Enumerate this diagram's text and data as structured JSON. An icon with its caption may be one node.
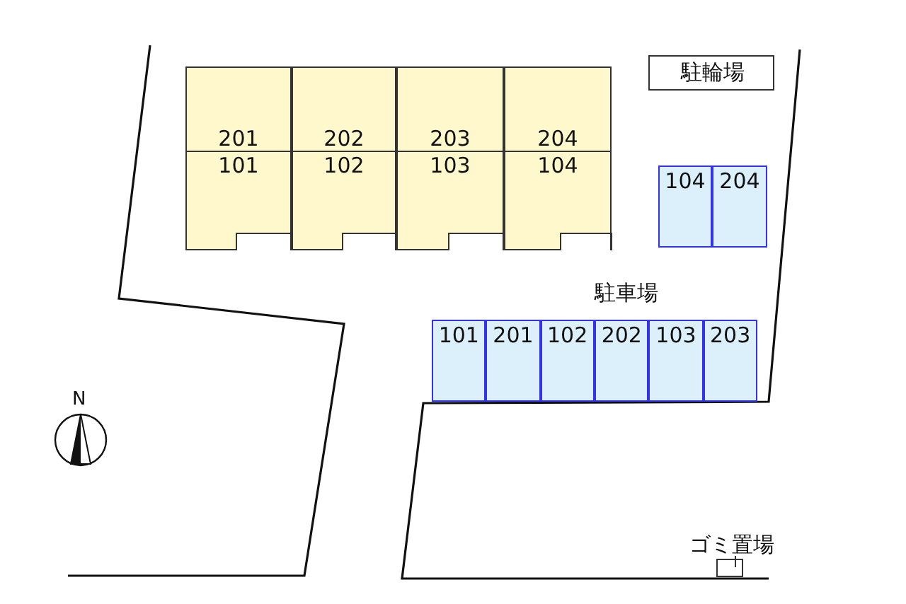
{
  "diagram": {
    "nodes": [
      {
        "text": [
          "201",
          "101"
        ]
      },
      {
        "text": [
          "202",
          "102"
        ]
      },
      {
        "text": [
          "203",
          "103"
        ]
      },
      {
        "text": [
          "204",
          "104"
        ]
      },
      {
        "text": [
          "駐輪場"
        ]
      },
      {
        "text": [
          "104"
        ]
      },
      {
        "text": [
          "204"
        ]
      },
      {
        "text": [
          "101"
        ]
      },
      {
        "text": [
          "201"
        ]
      },
      {
        "text": [
          "102"
        ]
      },
      {
        "text": [
          "202"
        ]
      },
      {
        "text": [
          "103"
        ]
      },
      {
        "text": [
          "203"
        ]
      },
      {
        "text": [],
        "shape": "box",
        "beside": [
          "ゴミ置場"
        ]
      }
    ],
    "labels": [
      "駐車場",
      "N"
    ]
  }
}
